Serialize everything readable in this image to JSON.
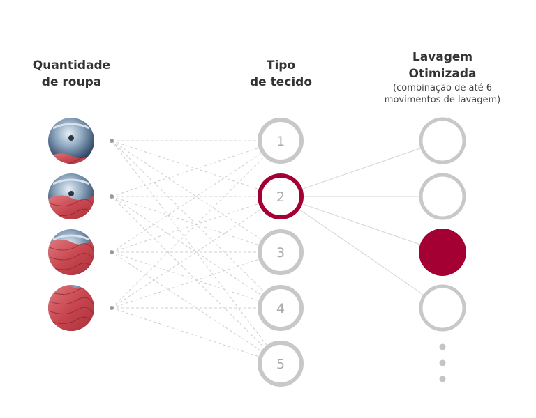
{
  "columns": {
    "load": {
      "line1": "Quantidade",
      "line2": "de roupa"
    },
    "fabric": {
      "line1": "Tipo",
      "line2": "de tecido"
    },
    "wash": {
      "line1": "Lavagem",
      "line2": "Otimizada",
      "note_line1": "(combinação de até 6",
      "note_line2": "movimentos de lavagem)"
    }
  },
  "load_levels": [
    0.2,
    0.5,
    0.75,
    1.0
  ],
  "fabric_types": [
    "1",
    "2",
    "3",
    "4",
    "5"
  ],
  "selected_fabric_index": 1,
  "wash_motions_visible": 4,
  "selected_wash_index": 2,
  "colors": {
    "accent": "#a50034",
    "ring": "#c8c8c8",
    "dashed": "#cfcfcf",
    "text": "#333333"
  }
}
